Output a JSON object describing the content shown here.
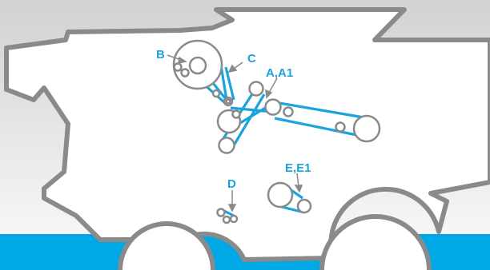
{
  "colors": {
    "accent": "#1aa3dc",
    "outline": "#8a8a8a",
    "body_fill": "#ffffff",
    "ground": "#00a8e6",
    "sky_top": "#d2d2d2",
    "sky_bottom": "#f7f7f7"
  },
  "labels": {
    "b": "B",
    "c": "C",
    "a_a1": "A,A1",
    "d": "D",
    "e_e1": "E,E1"
  }
}
